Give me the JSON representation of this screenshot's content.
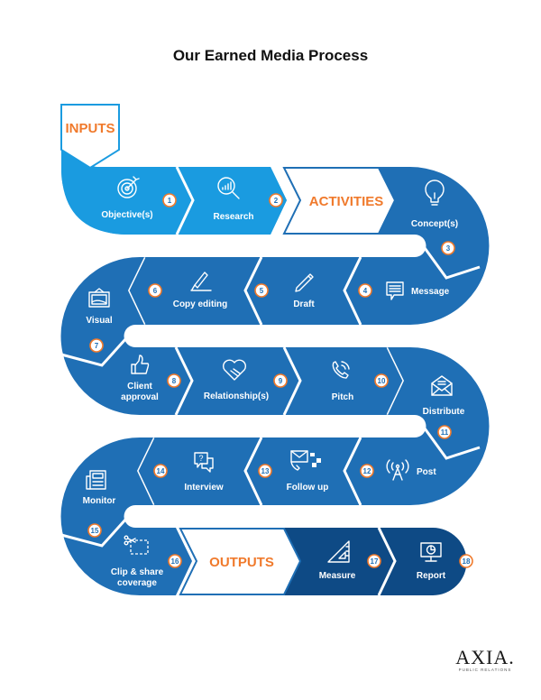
{
  "title": "Our Earned Media Process",
  "colors": {
    "inputs_band": "#1a9be0",
    "activities_band": "#1f6fb5",
    "outputs_band": "#0e4a85",
    "stage_label": "#f07a2c",
    "badge_border": "#f07a2c"
  },
  "stages": {
    "inputs": "INPUTS",
    "activities": "ACTIVITIES",
    "outputs": "OUTPUTS"
  },
  "steps": [
    {
      "num": "1",
      "label": "Objective(s)",
      "icon": "target-icon"
    },
    {
      "num": "2",
      "label": "Research",
      "icon": "magnifier-chart-icon"
    },
    {
      "num": "3",
      "label": "Concept(s)",
      "icon": "lightbulb-icon"
    },
    {
      "num": "4",
      "label": "Message",
      "icon": "chat-message-icon"
    },
    {
      "num": "5",
      "label": "Draft",
      "icon": "pencil-icon"
    },
    {
      "num": "6",
      "label": "Copy editing",
      "icon": "pen-nib-icon"
    },
    {
      "num": "7",
      "label": "Visual",
      "icon": "picture-frame-icon"
    },
    {
      "num": "8",
      "label_line1": "Client",
      "label_line2": "approval",
      "icon": "thumbs-up-icon"
    },
    {
      "num": "9",
      "label": "Relationship(s)",
      "icon": "handshake-heart-icon"
    },
    {
      "num": "10",
      "label": "Pitch",
      "icon": "phone-icon"
    },
    {
      "num": "11",
      "label": "Distribute",
      "icon": "envelope-open-icon"
    },
    {
      "num": "12",
      "label": "Post",
      "icon": "broadcast-tower-icon"
    },
    {
      "num": "13",
      "label": "Follow up",
      "icon": "email-phone-social-icon"
    },
    {
      "num": "14",
      "label": "Interview",
      "icon": "question-chat-icon"
    },
    {
      "num": "15",
      "label": "Monitor",
      "icon": "newspaper-icon"
    },
    {
      "num": "16",
      "label_line1": "Clip & share",
      "label_line2": "coverage",
      "icon": "scissors-clip-icon"
    },
    {
      "num": "17",
      "label": "Measure",
      "icon": "triangle-ruler-icon"
    },
    {
      "num": "18",
      "label": "Report",
      "icon": "monitor-pie-chart-icon"
    }
  ],
  "logo": {
    "name": "AXIA.",
    "tagline": "PUBLIC RELATIONS"
  }
}
